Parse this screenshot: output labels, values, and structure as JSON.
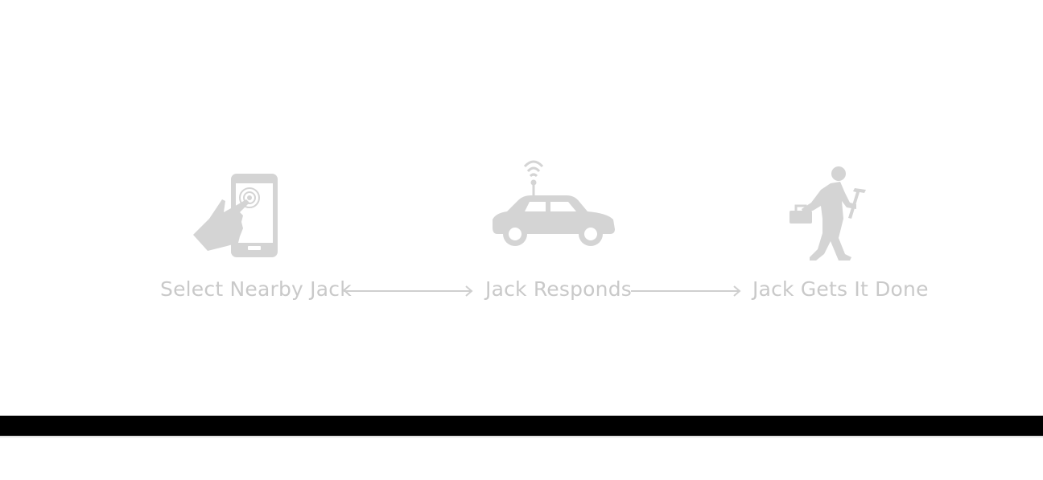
{
  "colors": {
    "icon": "#d4d4d4",
    "label": "#c9c9c9",
    "footer": "#000000"
  },
  "steps": [
    {
      "label": "Select Nearby Jack",
      "icon": "hand-tapping-phone-icon"
    },
    {
      "label": "Jack Responds",
      "icon": "car-with-signal-icon"
    },
    {
      "label": "Jack Gets It Done",
      "icon": "worker-with-toolbox-icon"
    }
  ],
  "arrows": [
    "arrow-right-icon",
    "arrow-right-icon"
  ]
}
